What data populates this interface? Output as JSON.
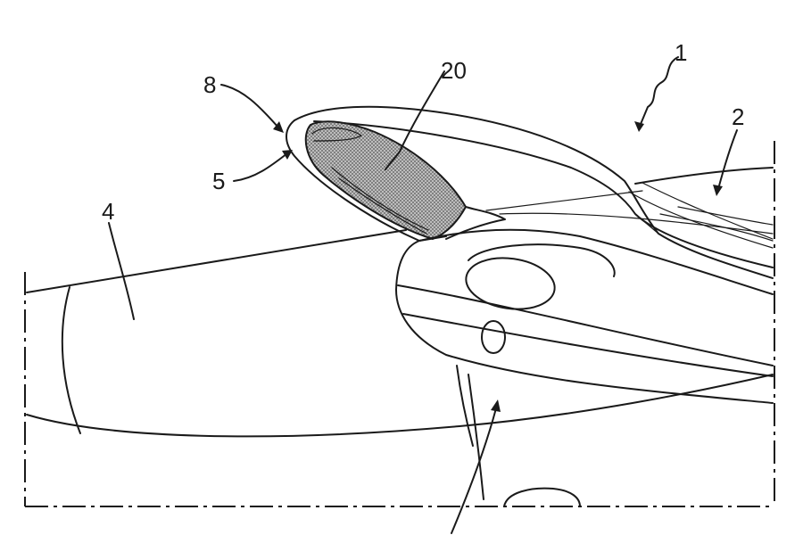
{
  "labels": {
    "ref_1": "1",
    "ref_2": "2",
    "ref_4": "4",
    "ref_5": "5",
    "ref_8": "8",
    "ref_20": "20"
  },
  "colors": {
    "ink": "#1a1a1a",
    "shading": "#9a9a9a",
    "background": "#ffffff"
  }
}
